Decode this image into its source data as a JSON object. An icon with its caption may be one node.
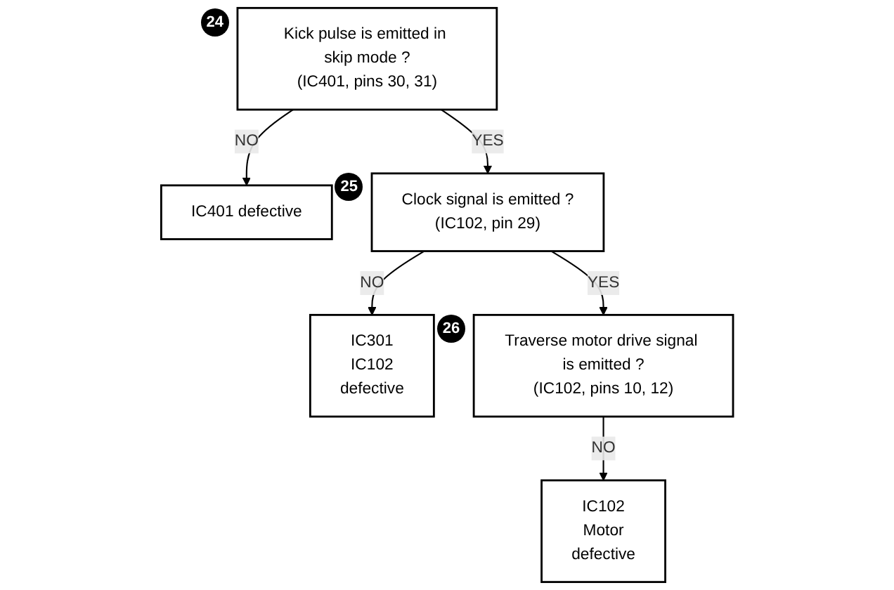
{
  "diagram": {
    "nodes": [
      {
        "text": [
          "Kick pulse is emitted in skip mode ?",
          "(IC401, pins 30, 31)"
        ],
        "beside": [
          "24"
        ]
      },
      {
        "text": [
          "IC401  defective"
        ]
      },
      {
        "text": [
          "Clock signal is emitted ?",
          "(IC102, pin 29)"
        ],
        "beside": [
          "25"
        ]
      },
      {
        "text": [
          "IC301",
          "IC102",
          "defective"
        ]
      },
      {
        "text": [
          "Traverse motor drive signal is emitted ?",
          "(IC102, pins 10, 12)"
        ],
        "beside": [
          "26"
        ]
      },
      {
        "text": [
          "IC102",
          "Motor",
          "defective"
        ]
      }
    ],
    "edges": [
      {
        "from": 0,
        "to": 1,
        "arrow": "to",
        "label": "NO"
      },
      {
        "from": 0,
        "to": 2,
        "arrow": "to",
        "label": "YES"
      },
      {
        "from": 2,
        "to": 3,
        "arrow": "to",
        "label": "NO"
      },
      {
        "from": 2,
        "to": 4,
        "arrow": "to",
        "label": "YES"
      },
      {
        "from": 4,
        "to": 5,
        "arrow": "to",
        "label": "NO"
      }
    ]
  }
}
